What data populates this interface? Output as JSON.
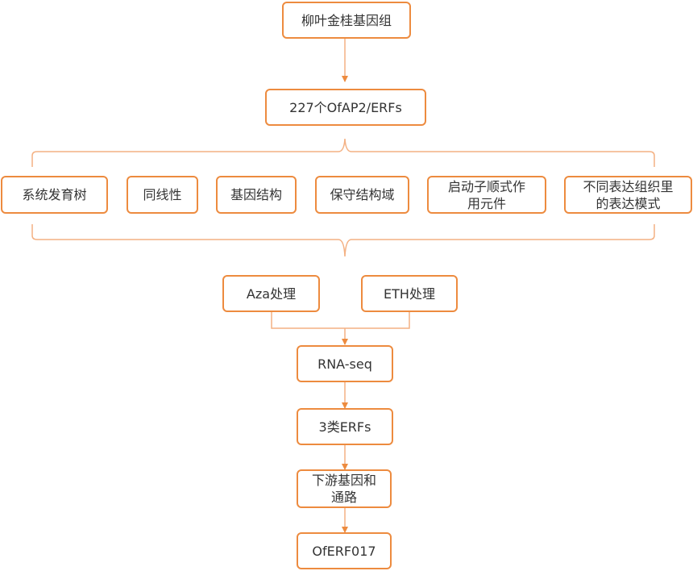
{
  "colors": {
    "accent": "#ED8B3F",
    "connector": "#F4B183",
    "text": "#333333"
  },
  "nodes": {
    "genome": "柳叶金桂基因组",
    "family": "227个OfAP2/ERFs",
    "analyses": {
      "phylo": "系统发育树",
      "collinearity": "同线性",
      "gene_structure": "基因结构",
      "domain": "保守结构域",
      "promoter_line1": "启动子顺式作",
      "promoter_line2": "用元件",
      "expression_line1": "不同表达组织里",
      "expression_line2": "的表达模式"
    },
    "aza": "Aza处理",
    "eth": "ETH处理",
    "rnaseq": "RNA-seq",
    "erf_classes": "3类ERFs",
    "downstream_line1": "下游基因和",
    "downstream_line2": "通路",
    "target": "OfERF017"
  }
}
